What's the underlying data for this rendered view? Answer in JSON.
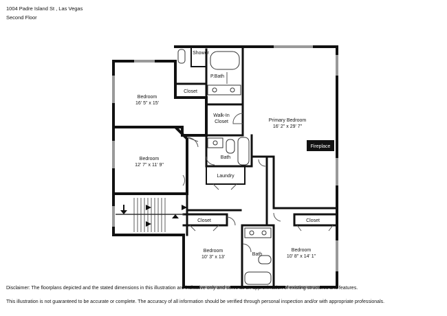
{
  "header": {
    "address": "1004 Padre Island St , Las Vegas",
    "floor": "Second Floor"
  },
  "rooms": {
    "bedroom_nw": {
      "name": "Bedroom",
      "dims": "16' 5\" x 15'"
    },
    "bedroom_w": {
      "name": "Bedroom",
      "dims": "12' 7\" x 11' 9\""
    },
    "primary": {
      "name": "Primary Bedroom",
      "dims": "16' 2\" x 29' 7\""
    },
    "bedroom_s": {
      "name": "Bedroom",
      "dims": "10' 3\" x 13'"
    },
    "bedroom_se": {
      "name": "Bedroom",
      "dims": "10' 8\" x 14' 1\""
    },
    "shower": "Shower",
    "pbath": "P.Bath",
    "closet_nw": "Closet",
    "walkin_line1": "Walk-In",
    "walkin_line2": "Closet",
    "bath_mid": "Bath",
    "laundry": "Laundry",
    "closet_s": "Closet",
    "closet_se": "Closet",
    "bath_s": "Bath",
    "fireplace": "Fireplace"
  },
  "disclaimer": {
    "line1": "Disclaimer: The floorplans depicted and the stated dimensions in this illustration are indicative only and serve as an approximation of existing structures and features.",
    "line2": "This illustration is not guaranteed to be accurate or complete. The accuracy of all information should be verified through personal inspection and/or with appropriate professionals."
  }
}
